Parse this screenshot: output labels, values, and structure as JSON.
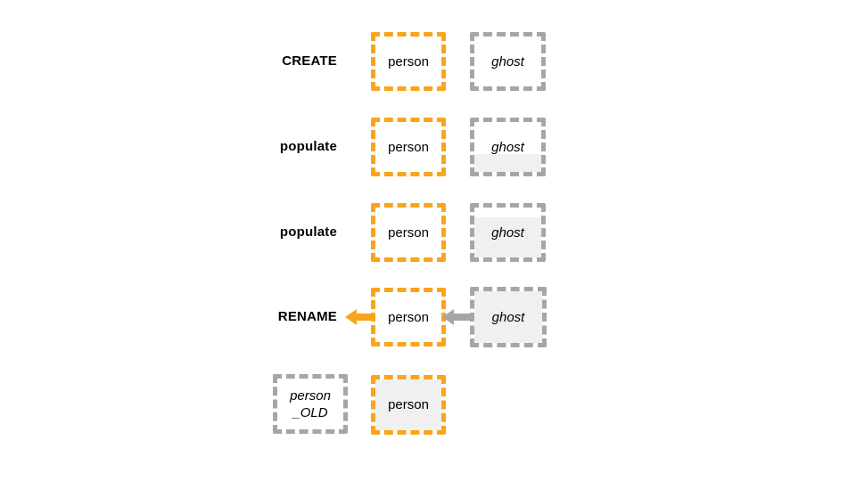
{
  "palette": {
    "orange": "#F9A41B",
    "gray": "#A6A6A6",
    "fill_gray": "#F0F0F0",
    "text": "#000000",
    "background": "#FFFFFF"
  },
  "diagram": {
    "description": "table rename workflow with person and ghost tables",
    "box_styles": {
      "person": "orange-dashed",
      "ghost": "gray-dashed"
    }
  },
  "rows": [
    {
      "label": "CREATE",
      "person": "person",
      "ghost": "ghost",
      "ghost_fill_level": "none"
    },
    {
      "label": "populate",
      "person": "person",
      "ghost": "ghost",
      "ghost_fill_level": "partial"
    },
    {
      "label": "populate",
      "person": "person",
      "ghost": "ghost",
      "ghost_fill_level": "most"
    },
    {
      "label": "RENAME",
      "person": "person",
      "ghost": "ghost",
      "ghost_fill_level": "full",
      "arrows": [
        {
          "color": "orange",
          "direction": "left",
          "from": "person"
        },
        {
          "color": "gray",
          "direction": "left",
          "from": "ghost",
          "to": "person"
        }
      ]
    },
    {
      "person_old_line1": "person",
      "person_old_line2": "_OLD",
      "person": "person",
      "person_fill_level": "full"
    }
  ]
}
